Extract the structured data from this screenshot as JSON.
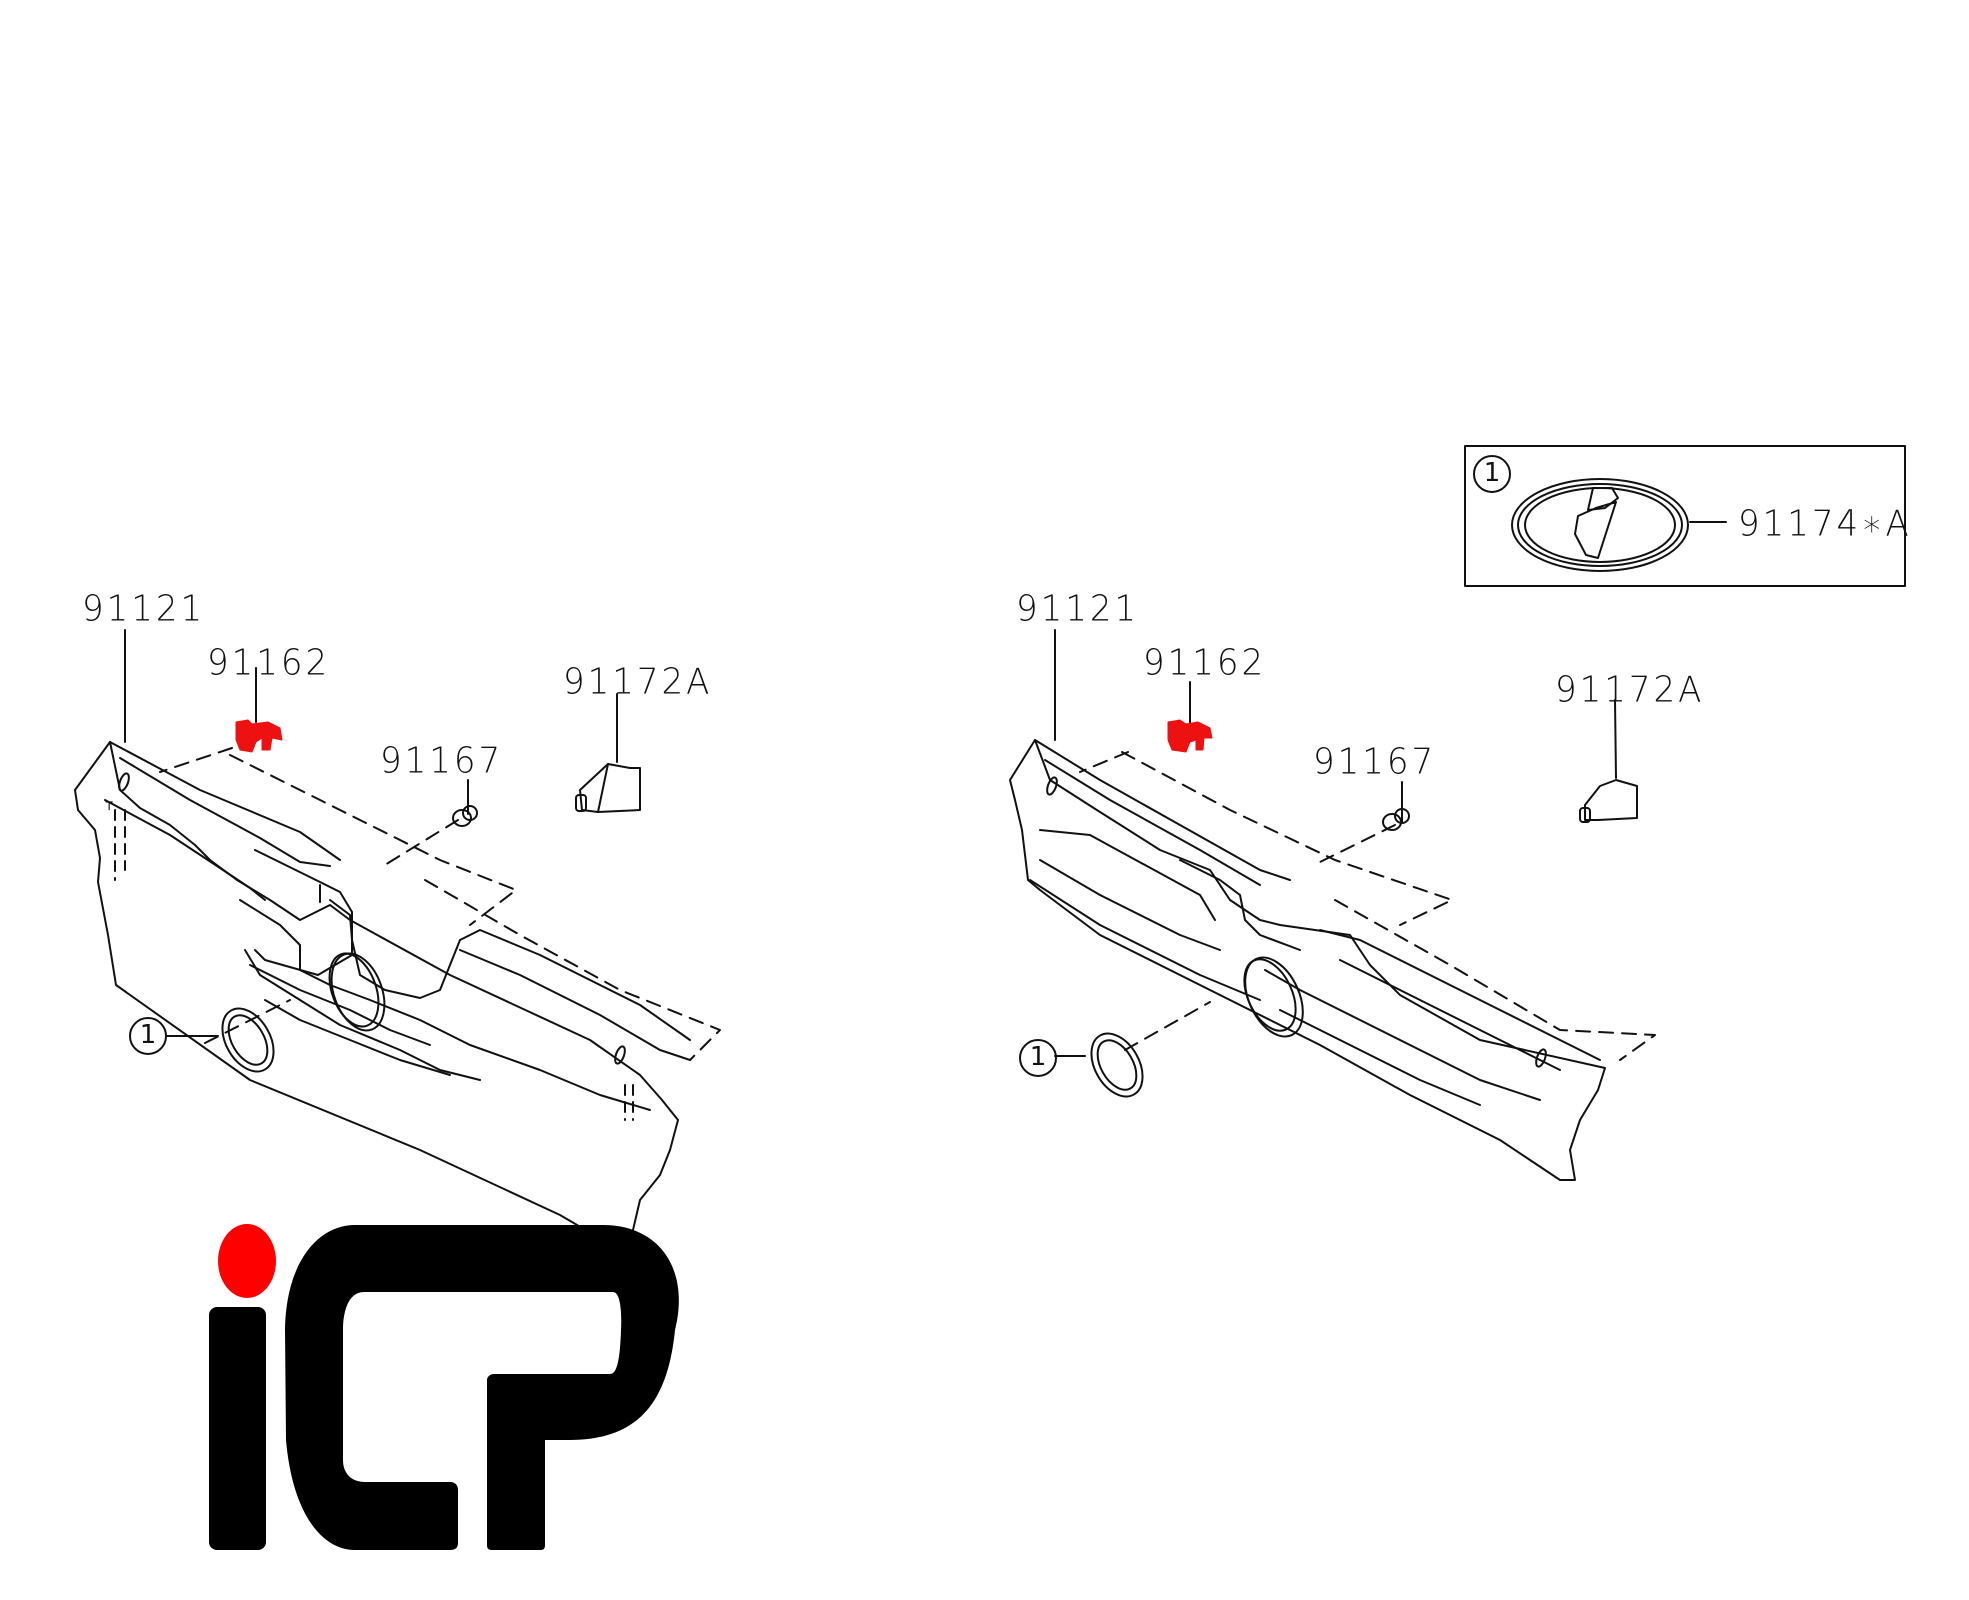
{
  "diagram": {
    "type": "exploded parts diagram - front grille assembly",
    "left_assembly": {
      "labels": {
        "grille": "91121",
        "clip": "91162",
        "nut": "91167",
        "bracket": "91172A",
        "emblem_callout": "1"
      }
    },
    "right_assembly": {
      "labels": {
        "grille": "91121",
        "clip": "91162",
        "nut": "91167",
        "bracket": "91172A",
        "emblem_callout": "1"
      }
    },
    "detail_box": {
      "callout": "1",
      "part_number": "91174∗A"
    },
    "highlight_color": "#ee1111",
    "line_color": "#111111"
  },
  "logo": {
    "text": "iCP",
    "dot_color": "#ff0000",
    "letter_color": "#000000"
  }
}
